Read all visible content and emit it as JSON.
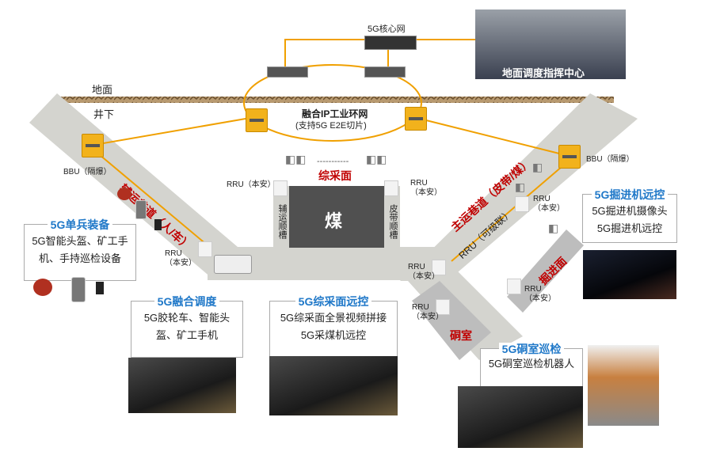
{
  "labels": {
    "core": "5G核心网",
    "ground": "地面",
    "underground": "井下",
    "ring_title": "融合IP工业环网",
    "ring_sub": "(支持5G E2E切片)",
    "center": "地面调度指挥中心",
    "coal": "煤",
    "face": "综采面",
    "aux_tunnel": "辅运巷道（人/车）",
    "main_tunnel": "主运巷道（皮带/煤）",
    "aux_channel": "辅运顺槽",
    "belt_channel": "皮带顺槽",
    "rru_cascade": "RRU（可级联）",
    "heading": "掘进面",
    "chamber": "硐室",
    "bbu_left": "BBU（隔爆）",
    "bbu_right": "BBU（隔爆）",
    "rru1": "RRU（本安）",
    "rru2": "RRU\n（本安）",
    "rru3": "RRU\n（本安）",
    "rru4": "RRU\n（本安）",
    "rru5": "RRU\n（本安）",
    "rru6": "RRU\n（本安）",
    "rru7": "RRU\n（本安）",
    "dashes": "-----------"
  },
  "boxes": [
    {
      "title": "5G单兵装备",
      "lines": [
        "5G智能头盔、矿工手",
        "机、手持巡检设备"
      ]
    },
    {
      "title": "5G融合调度",
      "lines": [
        "5G胶轮车、智能头",
        "盔、矿工手机"
      ]
    },
    {
      "title": "5G综采面远控",
      "lines": [
        "5G综采面全景视频拼接",
        "5G采煤机远控"
      ]
    },
    {
      "title": "5G掘进机远控",
      "lines": [
        "5G掘进机摄像头",
        "5G掘进机远控"
      ]
    },
    {
      "title": "5G硐室巡检",
      "lines": [
        "5G硐室巡检机器人"
      ]
    }
  ],
  "colors": {
    "link": "#f0a000",
    "tunnel": "#d4d4cf",
    "tunnel_dark": "#bdbdbd",
    "red": "#c00000",
    "blue": "#1f78c8"
  }
}
